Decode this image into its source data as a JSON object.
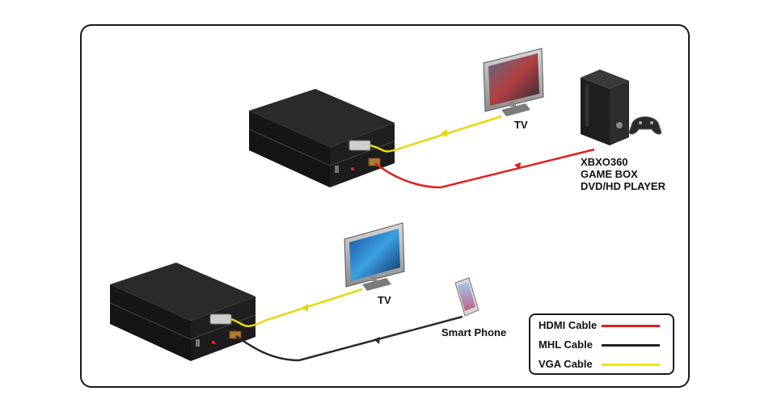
{
  "labels": {
    "tv_top": "TV",
    "source_line1": "XBXO360",
    "source_line2": "GAME BOX",
    "source_line3": "DVD/HD PLAYER",
    "tv_bottom": "TV",
    "smart_phone": "Smart Phone"
  },
  "legend": {
    "items": [
      {
        "label": "HDMI Cable",
        "color": "#e02020"
      },
      {
        "label": "MHL Cable",
        "color": "#222222"
      },
      {
        "label": "VGA Cable",
        "color": "#f2e20c"
      }
    ]
  },
  "colors": {
    "hdmi": "#e02020",
    "mhl": "#2a2a2a",
    "vga": "#e8d80c",
    "device_body": "#1e1e1e"
  },
  "icons": {
    "converter_box": "converter-box-icon",
    "tv": "tv-icon",
    "console": "game-console-icon",
    "controller": "gamepad-icon",
    "phone": "smartphone-icon"
  }
}
